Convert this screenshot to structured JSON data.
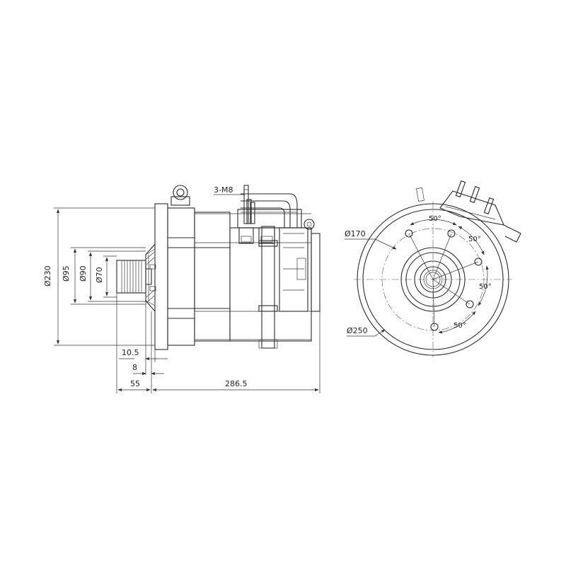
{
  "labels": {
    "thread": "3-M8",
    "dia_230": "Ø230",
    "dia_95": "Ø95",
    "dia_90": "Ø90",
    "dia_70": "Ø70",
    "len_10_5": "10.5",
    "len_8": "8",
    "len_55": "55",
    "len_286_5": "286.5",
    "dia_170": "Ø170",
    "dia_250": "Ø250",
    "angle_top": "50°",
    "angle_upper_right": "50°",
    "angle_right": "50°",
    "angle_bottom": "50°"
  }
}
